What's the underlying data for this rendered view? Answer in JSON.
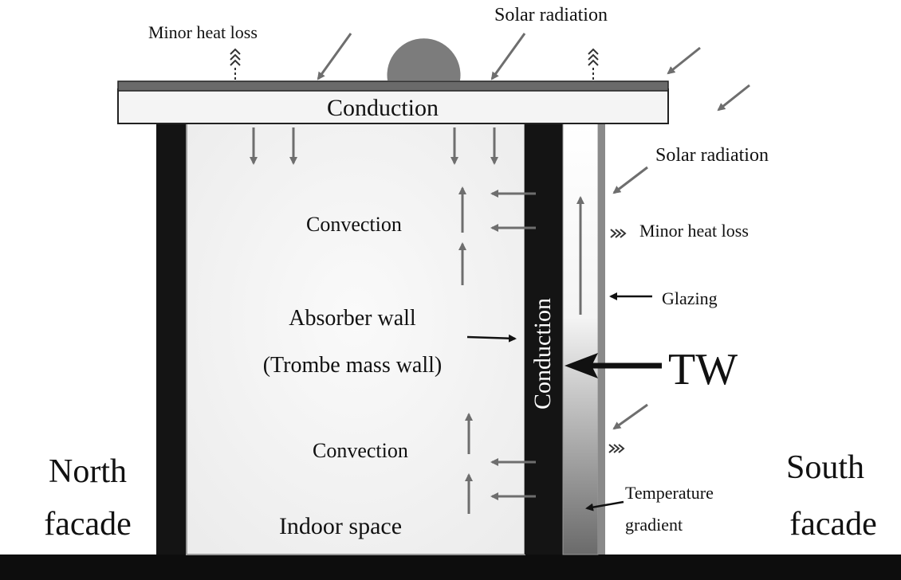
{
  "labels": {
    "solar_radiation_top": "Solar radiation",
    "minor_heat_loss_top": "Minor heat loss",
    "conduction_roof": "Conduction",
    "solar_radiation_side": "Solar radiation",
    "convection_upper": "Convection",
    "minor_heat_loss_side": "Minor heat loss",
    "glazing": "Glazing",
    "absorber_wall_line1": "Absorber wall",
    "absorber_wall_line2": "(Trombe mass wall)",
    "conduction_wall": "Conduction",
    "tw": "TW",
    "convection_lower": "Convection",
    "temperature_line1": "Temperature",
    "temperature_line2": "gradient",
    "indoor_space": "Indoor space",
    "north_line1": "North",
    "north_line2": "facade",
    "south_line1": "South",
    "south_line2": "facade"
  },
  "colors": {
    "arrow_gray": "#6e6e6e",
    "dark_wall": "#141414",
    "panel_fill": "#f2f2f2",
    "sun": "#7c7c7c",
    "ground": "#0d0d0d",
    "roof_top": "#6a6a6a"
  }
}
